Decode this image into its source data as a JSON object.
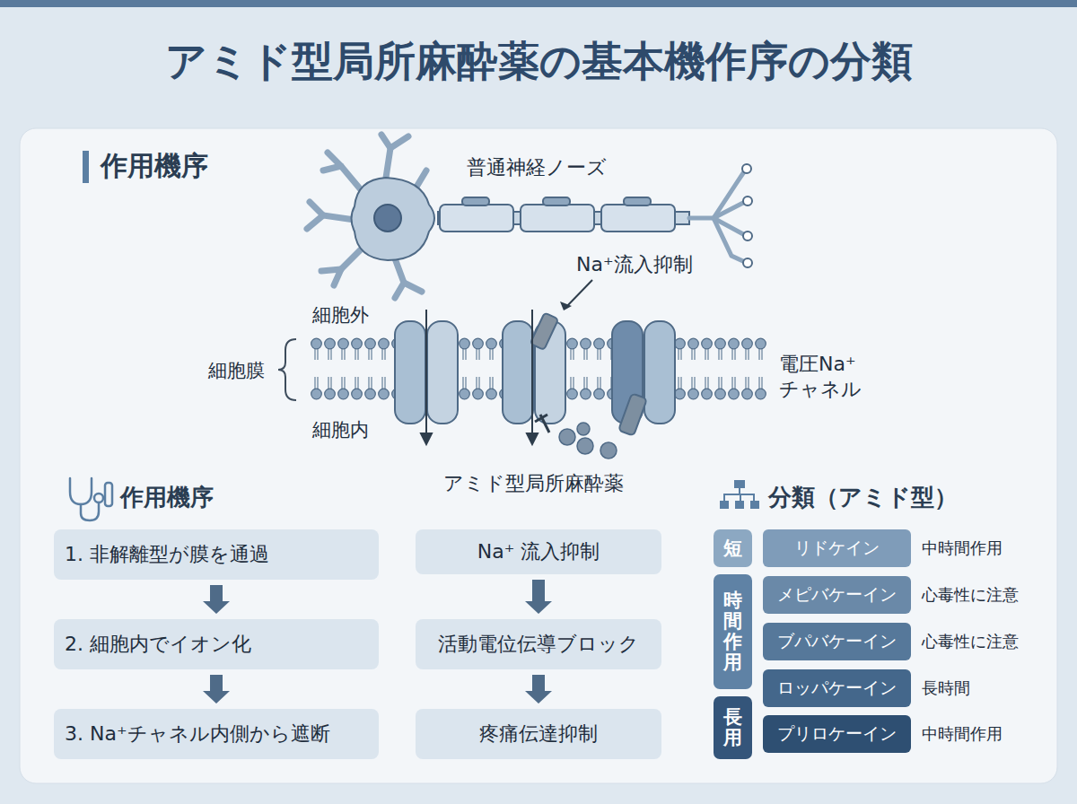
{
  "diagram": {
    "title": "アミド型局所麻酔薬の基本機作序の分類",
    "nodes": [
      {
        "text": [
          "1. 非解離型が膜を通過"
        ]
      },
      {
        "text": [
          "2. 細胞内でイオン化"
        ]
      },
      {
        "text": [
          "3. Na⁺チャネル内側から遮断"
        ]
      },
      {
        "text": [
          "Na⁺ 流入抑制"
        ]
      },
      {
        "text": [
          "活動電位伝導ブロック"
        ]
      },
      {
        "text": [
          "疼痛伝達抑制"
        ]
      },
      {
        "text": [
          "短"
        ]
      },
      {
        "text": [
          "時間作用"
        ]
      },
      {
        "text": [
          "長用"
        ]
      },
      {
        "text": [
          "リドケイン",
          "中時間作用"
        ]
      },
      {
        "text": [
          "メピバケーイン",
          "心毒性に注意"
        ]
      },
      {
        "text": [
          "ブパバケーイン",
          "心毒性に注意"
        ]
      },
      {
        "text": [
          "ロッパケーイン",
          "長時間"
        ]
      },
      {
        "text": [
          "プリロケーイン",
          "中時間作用"
        ]
      }
    ],
    "edges": [
      {
        "from": 0,
        "to": 1,
        "arrow": "to"
      },
      {
        "from": 1,
        "to": 2,
        "arrow": "to"
      },
      {
        "from": 3,
        "to": 4,
        "arrow": "to"
      },
      {
        "from": 4,
        "to": 5,
        "arrow": "to"
      }
    ],
    "labels": [
      "作用機序",
      "普通神経ノーズ",
      "Na⁺流入抑制",
      "細胞外",
      "細胞膜",
      "電圧Na⁺ チャネル",
      "細胞内",
      "アミド型局所麻酔薬",
      "作用機序",
      "分類（アミド型）"
    ]
  }
}
